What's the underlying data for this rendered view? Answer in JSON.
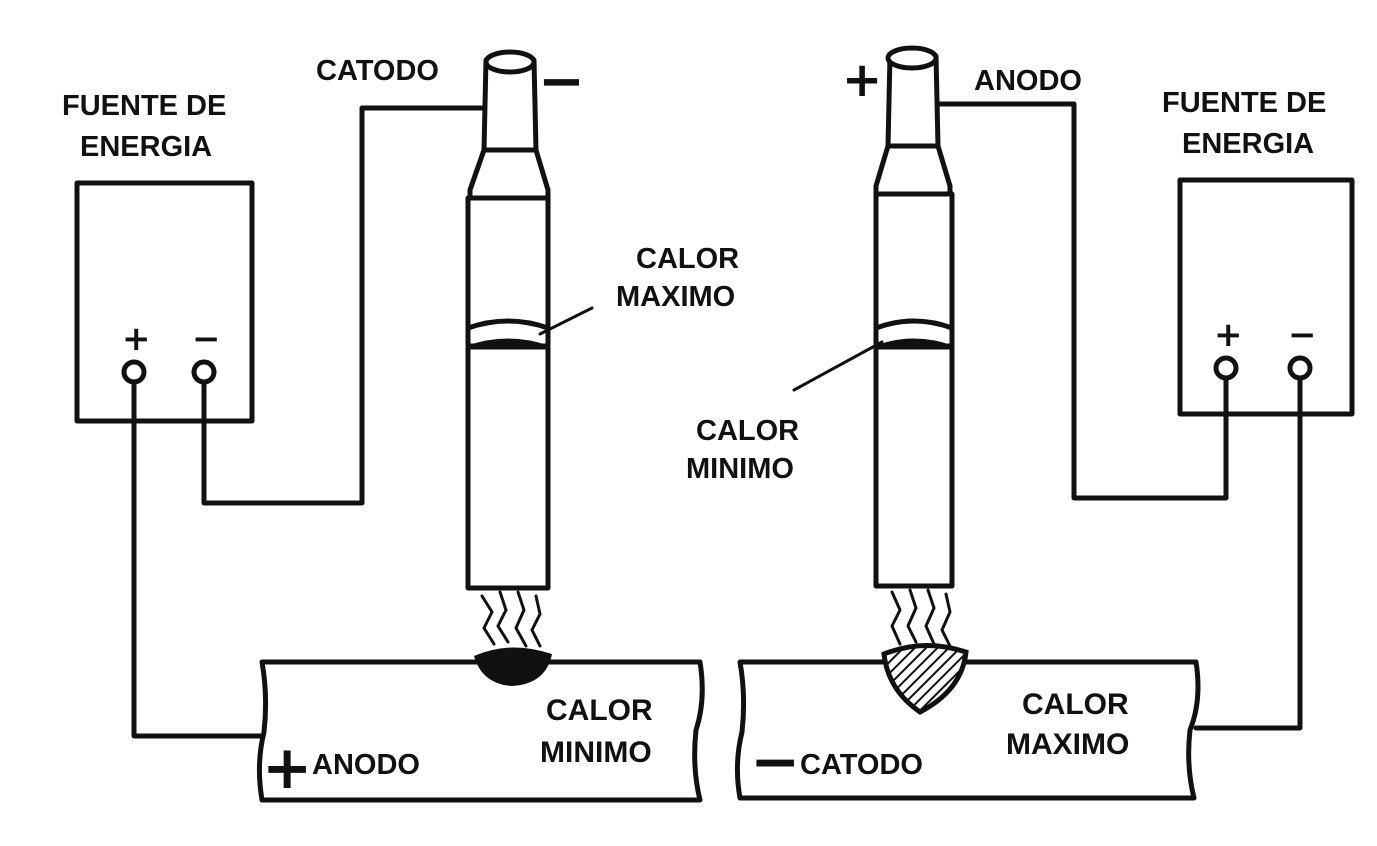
{
  "diagram": {
    "left": {
      "source_label_line1": "FUENTE DE",
      "source_label_line2": "ENERGIA",
      "terminal_plus": "+",
      "terminal_minus": "−",
      "electrode_label": "CATODO",
      "electrode_sign": "−",
      "electrode_heat_line1": "CALOR",
      "electrode_heat_line2": "MAXIMO",
      "workpiece_sign": "+",
      "workpiece_label": "ANODO",
      "workpiece_heat_line1": "CALOR",
      "workpiece_heat_line2": "MINIMO"
    },
    "right": {
      "source_label_line1": "FUENTE DE",
      "source_label_line2": "ENERGIA",
      "terminal_plus": "+",
      "terminal_minus": "−",
      "electrode_label": "ANODO",
      "electrode_sign": "+",
      "electrode_heat_line1": "CALOR",
      "electrode_heat_line2": "MINIMO",
      "workpiece_sign": "−",
      "workpiece_label": "CATODO",
      "workpiece_heat_line1": "CALOR",
      "workpiece_heat_line2": "MAXIMO"
    },
    "colors": {
      "ink": "#111111",
      "paper": "#ffffff"
    }
  }
}
